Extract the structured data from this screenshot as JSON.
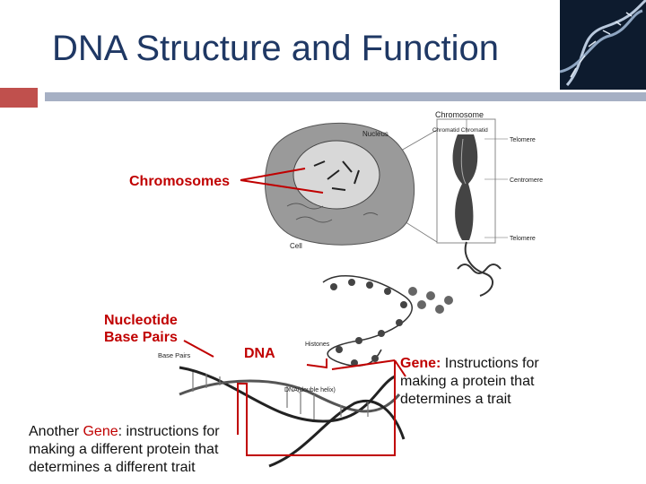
{
  "slide": {
    "title": "DNA Structure and Function"
  },
  "labels": {
    "chromosomes": "Chromosomes",
    "nucleotide_line1": "Nucleotide",
    "nucleotide_line2": "Base Pairs",
    "dna": "DNA"
  },
  "gene_right": {
    "term": "Gene:",
    "line1_rest": " Instructions for",
    "line2": "making a protein that",
    "line3": "determines a trait"
  },
  "gene_left": {
    "prefix": "Another ",
    "term": "Gene",
    "line1_rest": ": instructions for",
    "line2": "making a different protein that",
    "line3": "determines a different trait"
  },
  "figure": {
    "chromosome_title": "Chromosome",
    "chromatid": "Chromatid",
    "nucleus": "Nucleus",
    "telomere": "Telomere",
    "centromere": "Centromere",
    "cell": "Cell",
    "histones": "Histones",
    "base_pairs": "Base Pairs",
    "dna_double_helix": "DNA(double helix)"
  },
  "colors": {
    "title": "#1f3864",
    "accent_red": "#c0504d",
    "label_red": "#c00000",
    "rule_gray": "#a6b0c4"
  }
}
